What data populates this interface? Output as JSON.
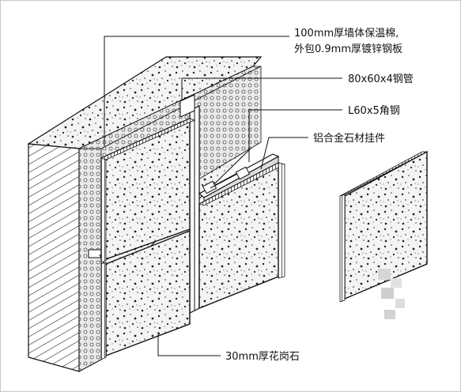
{
  "labels": {
    "insulation_line1": "100mm厚墙体保温棉,",
    "insulation_line2": "外包0.9mm厚镀锌钢板",
    "steel_tube": "80x60x4钢管",
    "angle_steel": "L60x5角钢",
    "hanger": "铝合金石材挂件",
    "granite": "30mm厚花岗石"
  },
  "colors": {
    "line": "#111111",
    "paper": "#ffffff"
  }
}
